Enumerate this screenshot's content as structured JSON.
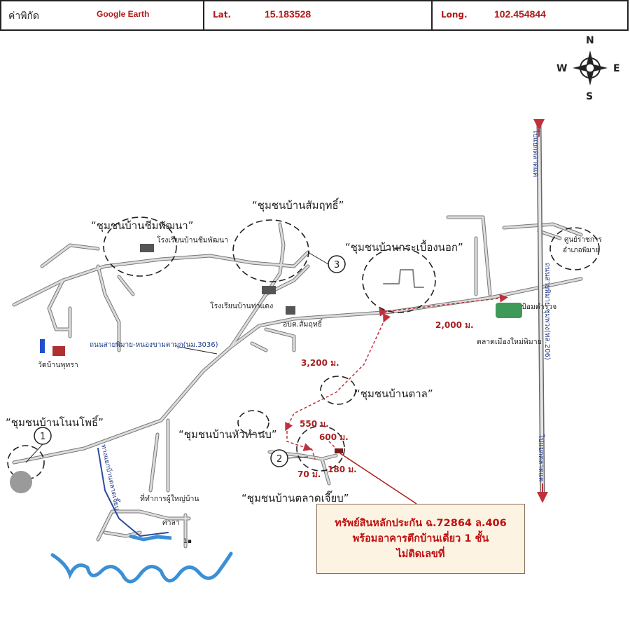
{
  "header": {
    "coord_label": "ค่าพิกัด",
    "source": "Google Earth",
    "lat_label": "Lat.",
    "lat_value": "15.183528",
    "long_label": "Long.",
    "long_value": "102.454844"
  },
  "compass": {
    "n": "N",
    "s": "S",
    "e": "E",
    "w": "W"
  },
  "communities": {
    "chim_phatthana": "“ชุมชนบ้านชีมพัฒนา”",
    "samrit": "“ชุมชนบ้านสัมฤทธิ์”",
    "krabueang_nok": "“ชุมชนบ้านกระเบื้องนอก”",
    "tan": "“ชุมชนบ้านตาล”",
    "non_pho": "“ชุมชนบ้านโนนโพธิ์”",
    "hua_thamnop": "“ชุมชนบ้านหัวทำนบ”",
    "talat_khiap": "“ชุมชนบ้านตลาดเจี๊ยบ”"
  },
  "places": {
    "school_chim": "โรงเรียนบ้านชีมพัฒนา",
    "school_thadaeng": "โรงเรียนบ้านท่าแดง",
    "sao_samrit": "อบต.สัมฤทธิ์",
    "wat_phutsa": "วัดบ้านพุทรา",
    "gov_center_1": "ศูนย์ราชการ",
    "gov_center_2": "อำเภอพิมาย",
    "police_box": "ป้อมตำรวจ",
    "new_market": "ตลาดเมืองใหม่พิมาย",
    "village_head": "ที่ทำการผู้ใหญ่บ้าน",
    "sala": "ศาลา"
  },
  "roads": {
    "road_3036": "ถนนสายพิมาย-หนองขามตามุก(นม.3036)",
    "highway_206": "ถนนสายพิมาย-ชุมพวง(ทล.206)",
    "to_talatkhae_top": "ไปแยกตลาดแค",
    "to_talatkhae_bottom": "ไปแยกตลาดแค",
    "side_road": "ทางแยกบ้านตลาดเจี๊ยบ"
  },
  "distances": {
    "d2000": "2,000 ม.",
    "d3200": "3,200 ม.",
    "d550": "550 ม.",
    "d600": "600 ม.",
    "d70": "70 ม.",
    "d180": "180 ม."
  },
  "markers": {
    "m1": "1",
    "m2": "2",
    "m3": "3",
    "lt": "1▪"
  },
  "property": {
    "line1": "ทรัพย์สินหลักประกัน ฉ.72864 ล.406",
    "line2": "พร้อมอาคารตึกบ้านเดี่ยว 1 ชั้น",
    "line3": "ไม่ติดเลขที่"
  },
  "colors": {
    "road": "#c8c8c8",
    "road_edge": "#6e6e6e",
    "route": "#c0303a",
    "text_dark": "#222222",
    "label_red": "#a82020",
    "river": "#3a8fd6",
    "highway_label": "#1f3a8a",
    "callout_bg": "#fdf3e3"
  }
}
